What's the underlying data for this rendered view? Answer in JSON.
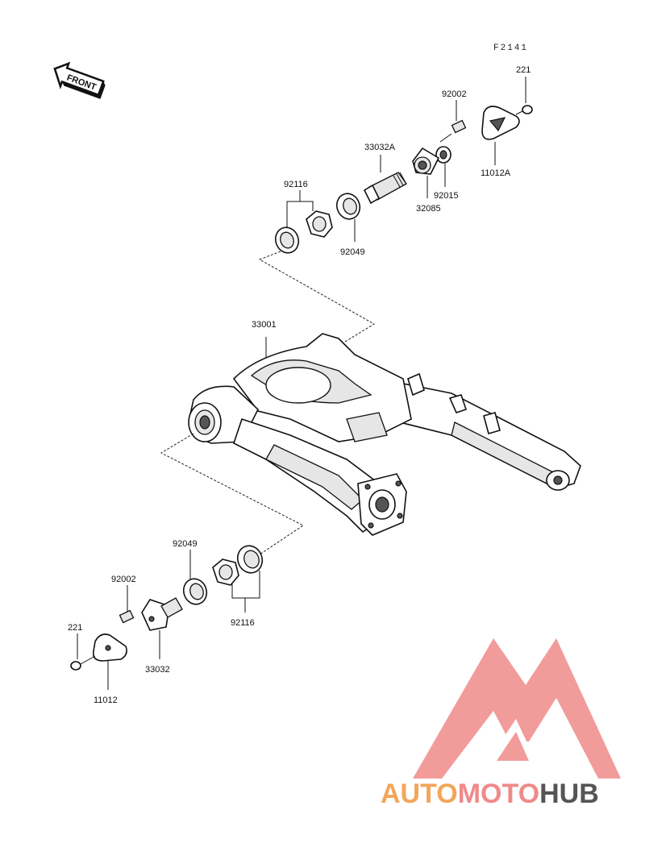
{
  "figure_code": "F2141",
  "front_badge": "FRONT",
  "labels": {
    "p221_top": "221",
    "p92002_top": "92002",
    "p33032A": "33032A",
    "p11012A": "11012A",
    "p92116_top": "92116",
    "p92015": "92015",
    "p32085": "32085",
    "p92049_top": "92049",
    "p33001": "33001",
    "p92049_bottom": "92049",
    "p92002_bottom": "92002",
    "p221_bottom": "221",
    "p92116_bottom": "92116",
    "p33032": "33032",
    "p11012": "11012"
  },
  "watermark": {
    "part1": "AUTO",
    "part2": "MOTO",
    "part3": "HUB",
    "color_primary": "#f2a65a",
    "color_secondary": "#f08a8a",
    "color_dark": "#555555"
  }
}
